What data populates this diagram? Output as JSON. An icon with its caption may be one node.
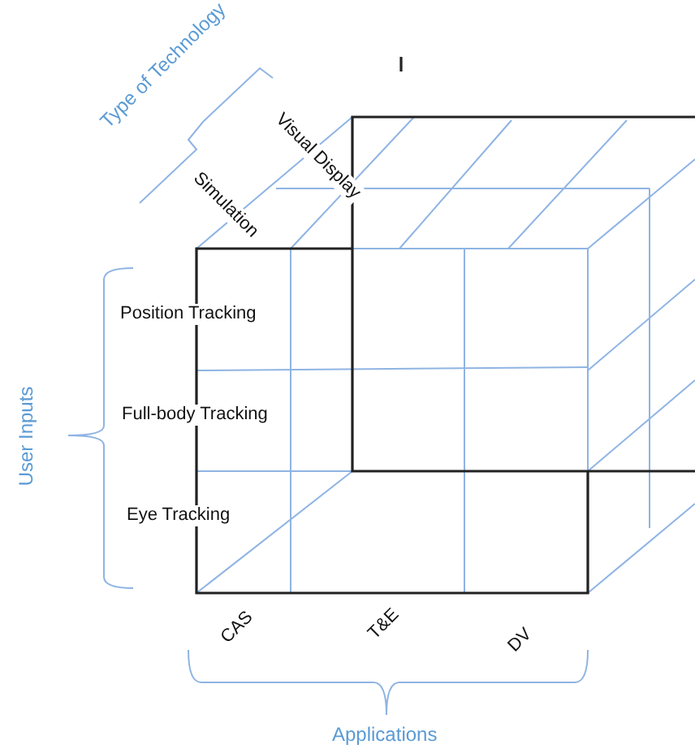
{
  "diagram": {
    "labels": [
      "Type of Technology",
      "Visual Display",
      "Simulation",
      "Position Tracking",
      "User Inputs",
      "Full-body Tracking",
      "Eye Tracking",
      "CAS",
      "T&E",
      "DV",
      "Applications"
    ]
  }
}
